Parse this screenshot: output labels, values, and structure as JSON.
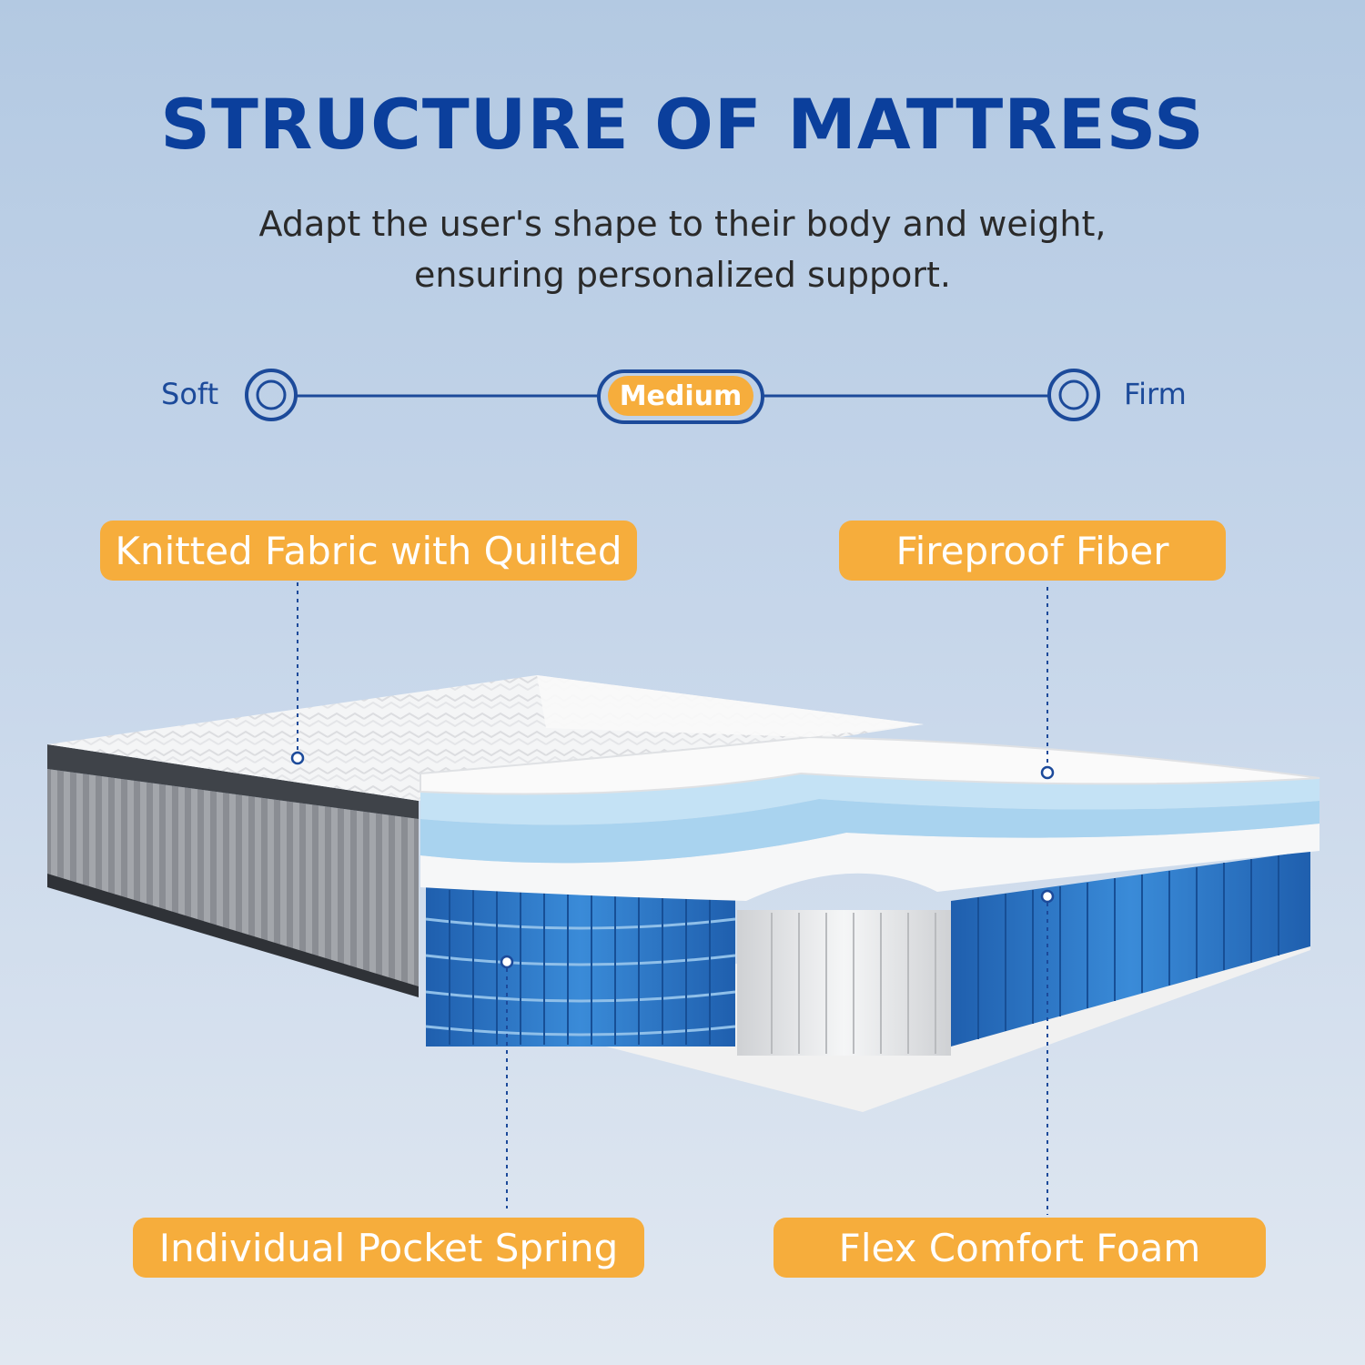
{
  "header": {
    "title": "STRUCTURE OF MATTRESS",
    "subtitle": "Adapt the user's shape to their body and weight, ensuring personalized support."
  },
  "firmness_scale": {
    "soft_label": "Soft",
    "medium_label": "Medium",
    "firm_label": "Firm",
    "selected": "Medium"
  },
  "layers": {
    "top_left": "Knitted Fabric with Quilted",
    "top_right": "Fireproof Fiber",
    "bottom_left": "Individual Pocket Spring",
    "bottom_right": "Flex Comfort Foam"
  },
  "colors": {
    "title_blue": "#0b3f9c",
    "accent_orange": "#f6ad3c",
    "spring_blue": "#2d78c8",
    "gel_blue": "#a9d3ef"
  }
}
